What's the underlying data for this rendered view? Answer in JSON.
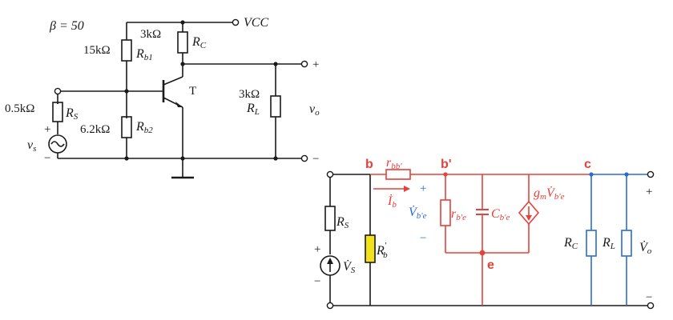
{
  "upper_circuit": {
    "beta_label": "β = 50",
    "vcc_label": "VCC",
    "rc": {
      "value": "3kΩ",
      "name": "R",
      "sub": "C"
    },
    "rb1": {
      "value": "15kΩ",
      "name": "R",
      "sub": "b1"
    },
    "rb2": {
      "value": "6.2kΩ",
      "name": "R",
      "sub": "b2"
    },
    "rs": {
      "value": "0.5kΩ",
      "name": "R",
      "sub": "S"
    },
    "rl": {
      "value": "3kΩ",
      "name": "R",
      "sub": "L"
    },
    "vs": {
      "name": "v",
      "sub": "s"
    },
    "vo": {
      "name": "v",
      "sub": "o"
    },
    "transistor": "T",
    "plus": "+",
    "minus": "−"
  },
  "lower_circuit": {
    "node_b": "b",
    "node_bprime": "b'",
    "node_c": "c",
    "node_e": "e",
    "rbb": {
      "name": "r",
      "sub": "bb'"
    },
    "ib": {
      "name": "İ",
      "sub": "b"
    },
    "vbe": {
      "name": "V̇",
      "sub": "b'e"
    },
    "rbe": {
      "name": "r",
      "sub": "b'e"
    },
    "cbe": {
      "name": "C",
      "sub": "b'e"
    },
    "gm": {
      "name": "g",
      "sub": "m",
      "tail": "V̇",
      "tail_sub": "b'e"
    },
    "rs": {
      "name": "R",
      "sub": "S"
    },
    "rb": {
      "name": "R",
      "sub": "b",
      "sup": "'"
    },
    "vs": {
      "name": "V̇",
      "sub": "S"
    },
    "rc": {
      "name": "R",
      "sub": "C"
    },
    "rl": {
      "name": "R",
      "sub": "L"
    },
    "vo": {
      "name": "V̇",
      "sub": "o"
    },
    "plus": "+",
    "minus": "−"
  },
  "colors": {
    "black": "#1a1a1a",
    "red": "#e8403a",
    "blue": "#2a6ad8",
    "yellow": "#f2e21c"
  }
}
